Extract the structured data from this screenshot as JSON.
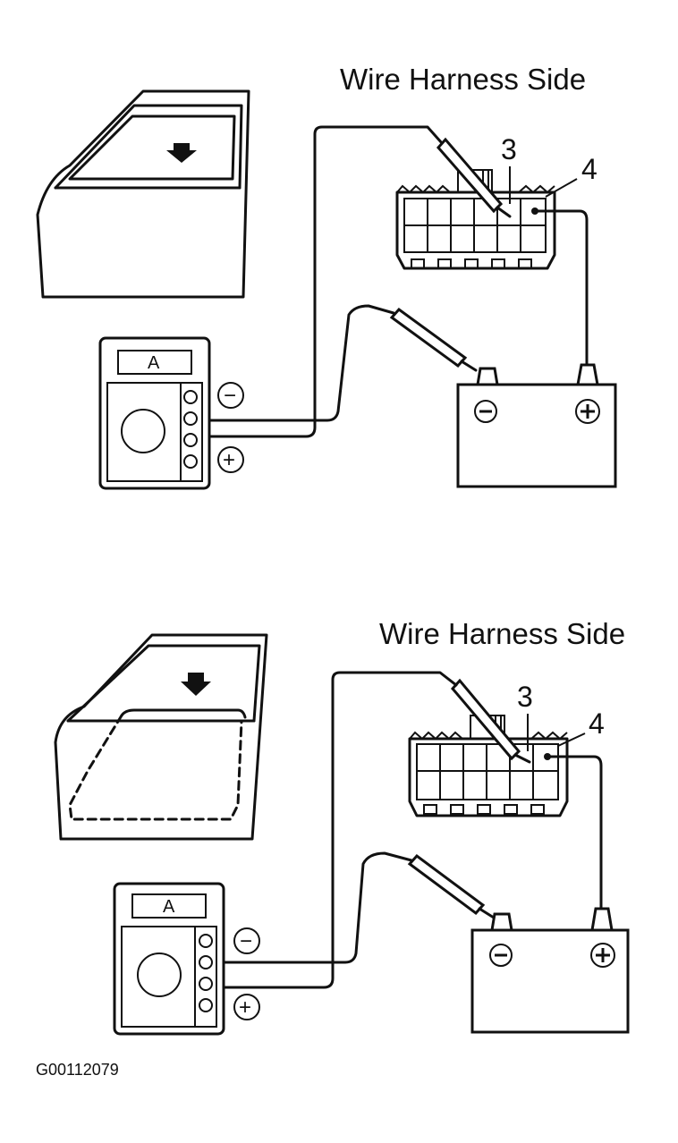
{
  "panels": [
    {
      "title": "Wire Harness Side",
      "pin_a": "3",
      "pin_b": "4",
      "meter_label": "A",
      "meter_neg": "−",
      "meter_pos": "+",
      "battery_neg": "−",
      "battery_pos": "+",
      "window_state": "up"
    },
    {
      "title": "Wire Harness Side",
      "pin_a": "3",
      "pin_b": "4",
      "meter_label": "A",
      "meter_neg": "−",
      "meter_pos": "+",
      "battery_neg": "−",
      "battery_pos": "+",
      "window_state": "down"
    }
  ],
  "caption": "G00112079",
  "icons": [
    "down-arrow-icon",
    "minus-icon",
    "plus-icon"
  ]
}
